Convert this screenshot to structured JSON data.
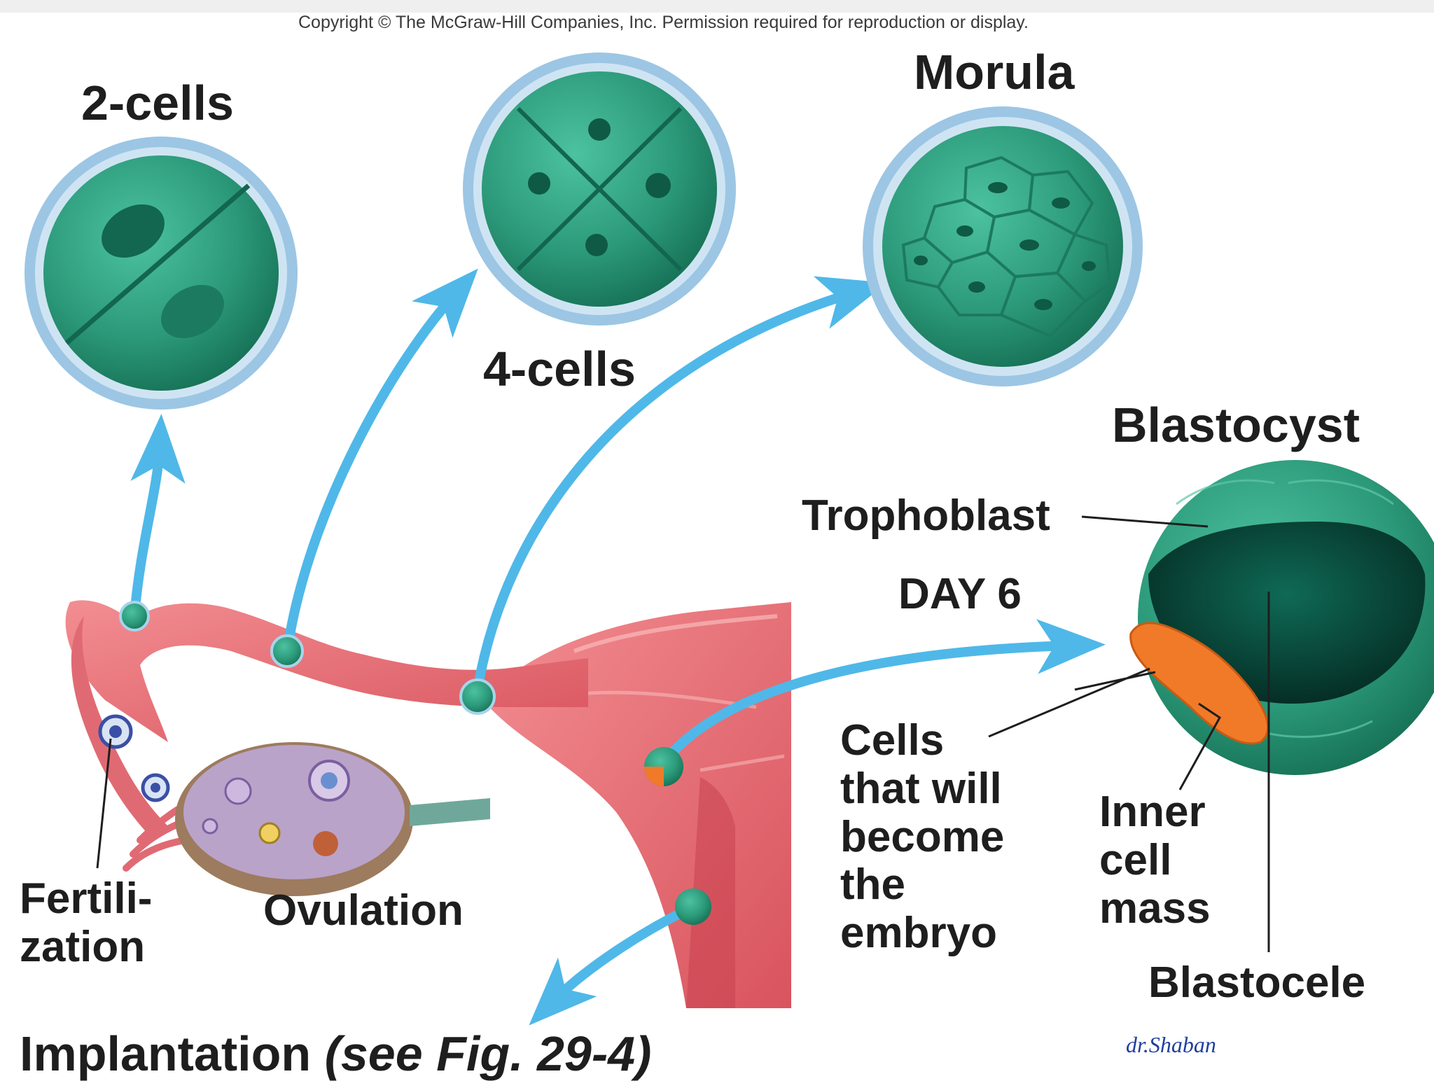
{
  "copyright": "Copyright © The McGraw-Hill Companies, Inc. Permission required for reproduction or display.",
  "labels": {
    "two_cells": "2-cells",
    "four_cells": "4-cells",
    "morula": "Morula",
    "blastocyst": "Blastocyst",
    "trophoblast": "Trophoblast",
    "day6": "DAY 6",
    "cells_embryo": [
      "Cells",
      "that will",
      "become",
      "the",
      "embryo"
    ],
    "inner_cell_mass": [
      "Inner",
      "cell",
      "mass"
    ],
    "blastocele": "Blastocele",
    "fertilization": [
      "Fertili-",
      "zation"
    ],
    "ovulation": "Ovulation",
    "implantation": "Implantation",
    "implantation_ref": "(see Fig. 29-4)"
  },
  "credit": "dr.Shaban",
  "colors": {
    "cell_green": "#2f9a7c",
    "zona_blue": "#9cc6e4",
    "arrow_blue": "#4fb8e8",
    "tube_pink": "#e8737c",
    "ovary_lilac": "#b9a3c9",
    "inner_mass_orange": "#f07a28"
  }
}
